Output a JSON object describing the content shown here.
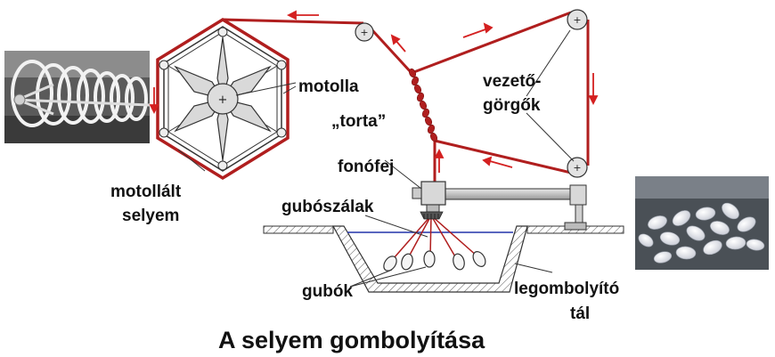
{
  "title": "A selyem gombolyítása",
  "labels": {
    "motolla": "motolla",
    "torta": "„torta”",
    "vezeto_1": "vezető-",
    "vezeto_2": "görgők",
    "fonofej": "fonófej",
    "guboszalak": "gubószálak",
    "motollalt_1": "motollált",
    "motollalt_2": "selyem",
    "gubok": "gubók",
    "tal_1": "legombolyító",
    "tal_2": "tál"
  },
  "colors": {
    "thread": "#b01e1e",
    "arrow": "#d42020",
    "frame": "#444444",
    "water": "#2233aa"
  }
}
